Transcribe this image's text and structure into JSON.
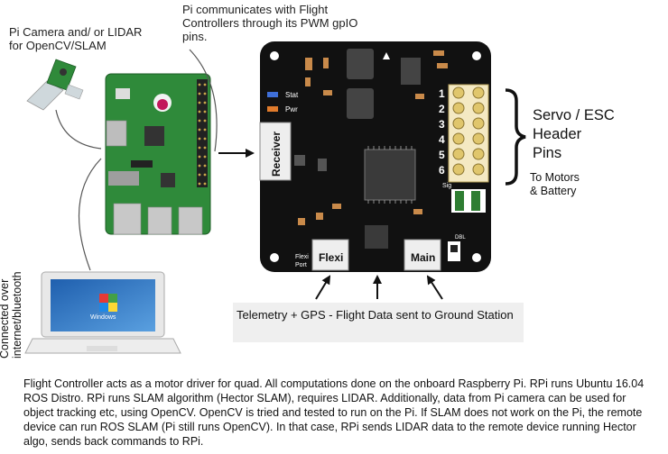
{
  "labels": {
    "pi_camera": [
      "Pi Camera and/ or LIDAR",
      "for OpenCV/SLAM"
    ],
    "pi_comm": [
      "Pi communicates with Flight",
      "Controllers through its PWM gpIO",
      "pins."
    ],
    "servo_header": [
      "Servo / ESC",
      "Header",
      "Pins"
    ],
    "to_motors": [
      "To Motors",
      "& Battery"
    ],
    "connected": [
      "Connected over",
      "internet/bluetooth"
    ],
    "telemetry": "Telemetry + GPS - Flight Data sent to Ground Station"
  },
  "board": {
    "receiver": "Receiver",
    "flexi": "Flexi",
    "main": "Main",
    "flexi_port": [
      "Flexi",
      "Port"
    ],
    "stat": "Stat",
    "pwr": "Pwr",
    "sig": "Sig",
    "dbl": "DBL",
    "pin_numbers": [
      "1",
      "2",
      "3",
      "4",
      "5",
      "6"
    ]
  },
  "laptop": {
    "screen_text": "Windows"
  },
  "caption": "Flight Controller acts as a motor driver for quad. All computations done on the onboard Raspberry Pi. RPi runs Ubuntu 16.04 ROS Distro. RPi runs SLAM algorithm (Hector SLAM), requires LIDAR. Additionally, data from Pi camera can be used for object tracking etc, using OpenCV. OpenCV is tried and tested to run on the Pi. If SLAM does not work on the Pi, the remote device can run ROS SLAM (Pi still runs OpenCV). In that case, RPi sends LIDAR data to the remote device running Hector algo, sends back commands to RPi.",
  "colors": {
    "board": "#111111",
    "pi_green": "#2f8a3a",
    "gold_pin": "#e8d48a",
    "text": "#222222"
  }
}
